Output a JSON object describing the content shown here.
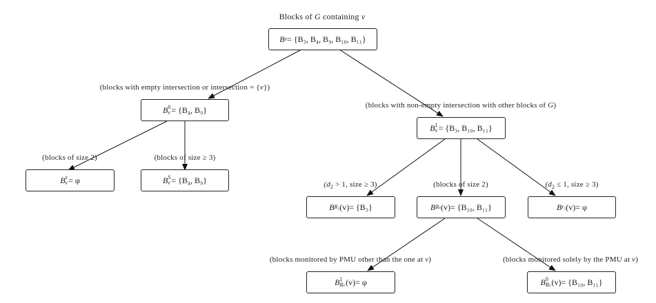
{
  "title": "Blocks of G containing v",
  "nodes": {
    "root": {
      "math": "B_v = {B_3, B_4, B_9, B_10, B_11}"
    },
    "bv0": {
      "label": "(blocks with empty intersection or intersection = {v})",
      "math": "B_v^0 = {B_4, B_9}"
    },
    "bv1": {
      "label": "(blocks with non-empty intersection with other blocks of G)",
      "math": "B_v^1 = {B_3, B_10, B_11}"
    },
    "bvs": {
      "label": "(blocks of size 2)",
      "math": "B_v^s = φ"
    },
    "bvS": {
      "label": "(blocks of size ≥ 3)",
      "math": "B_v^S = {B_4, B_9}"
    },
    "bR2": {
      "label": "(d_2 > 1, size ≥ 3)",
      "math": "B_R2(v) = {B_3}"
    },
    "bRs": {
      "label": "(blocks of size 2)",
      "math": "B_Rs(v) = {B_10, B_11}"
    },
    "br2": {
      "label": "(d_2 ≤ 1, size ≥ 3)",
      "math": "B_r2(v) = φ"
    },
    "bRs1": {
      "label": "(blocks monitored by PMU other than the one at v)",
      "math": "B_Rs^1(v) = φ"
    },
    "bRs0": {
      "label": "(blocks monitored solely by the PMU at v)",
      "math": "B_Rs^0(v) = {B_10, B_11}"
    }
  },
  "text": {
    "title_pre": "Blocks of ",
    "title_G": "G",
    "title_mid": " containing ",
    "title_v": "v",
    "bv0_label_pre": "(blocks with empty intersection or intersection = {",
    "bv0_label_v": "v",
    "bv0_label_post": "})",
    "bv1_label_pre": "(blocks with non-empty intersection with other blocks of ",
    "bv1_label_G": "G",
    "bv1_label_post": ")",
    "bvs_label": "(blocks of size 2)",
    "bvS_label": "(blocks of size ≥ 3)",
    "bR2_label_post": " > 1, size ≥ 3)",
    "bRs_label": "(blocks of size 2)",
    "br2_label_post": " ≤ 1, size ≥ 3)",
    "bRs1_label_pre": "(blocks monitored by PMU other than the one at ",
    "bRs1_label_v": "v",
    "bRs1_label_post": ")",
    "bRs0_label_pre": "(blocks monitored solely by the PMU at ",
    "bRs0_label_v": "v",
    "bRs0_label_post": ")",
    "B": "B",
    "v": "v",
    "phi": "φ",
    "set_root": " = {B₃, B₄, B₉, B₁₀, B₁₁}",
    "set_49": " = {B₄, B₉}",
    "set_31011": " = {B₃, B₁₀, B₁₁}",
    "set_3": " = {B₃}",
    "set_1011": " = {B₁₀, B₁₁}",
    "eq_phi": " = φ",
    "sup0": "0",
    "sup1": "1",
    "sups": "s",
    "supS": "S",
    "subR2": "R₂",
    "subRs": "Rₛ",
    "subr2": "r₂",
    "argv": "(v)",
    "d2_pre": "(d",
    "d2_sub": "2"
  }
}
